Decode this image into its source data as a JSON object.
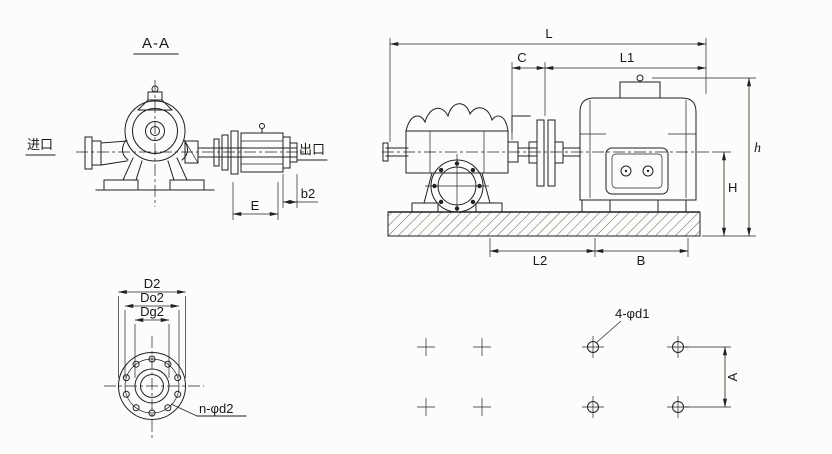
{
  "style": {
    "ink": "#22211f",
    "paper": "#fcfcfa"
  },
  "section_view": {
    "title": "A-A",
    "inlet_label": "进口",
    "outlet_label": "出口",
    "dim_e": "E",
    "dim_b2": "b2"
  },
  "assembly_view": {
    "dim_l": "L",
    "dim_c": "C",
    "dim_l1": "L1",
    "dim_h_total": "h",
    "dim_h_center": "H",
    "dim_l2": "L2",
    "dim_b": "B"
  },
  "flange_view": {
    "dim_d2": "D2",
    "dim_do2": "Do2",
    "dim_dg2": "Dg2",
    "bolt_callout": "n-φd2"
  },
  "foundation_view": {
    "hole_callout": "4-φd1",
    "dim_a": "A"
  }
}
